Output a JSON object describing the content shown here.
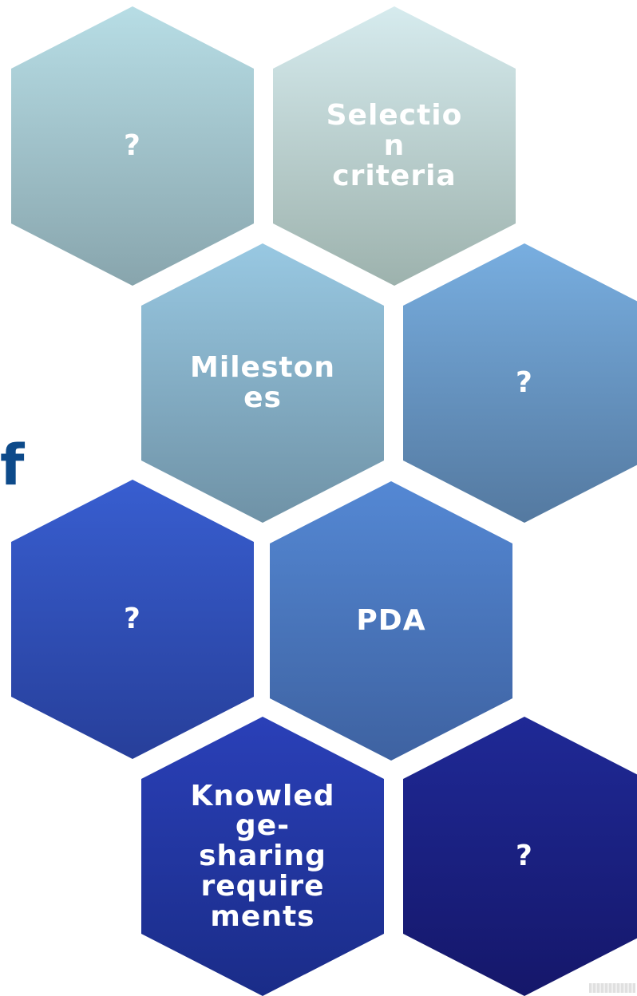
{
  "side_glyph": "f",
  "hexagons": [
    {
      "id": "hex-1",
      "label": "?",
      "gradient": [
        "#b7dde5",
        "#88a5ad"
      ]
    },
    {
      "id": "hex-2",
      "label": "Selectio\nn\ncriteria",
      "gradient": [
        "#d6ebee",
        "#9db2ad"
      ]
    },
    {
      "id": "hex-3",
      "label": "Mileston\nes",
      "gradient": [
        "#98c8e2",
        "#6f92a6"
      ]
    },
    {
      "id": "hex-4",
      "label": "?",
      "gradient": [
        "#78aee0",
        "#5479a0"
      ]
    },
    {
      "id": "hex-5",
      "label": "?",
      "gradient": [
        "#385ed0",
        "#273f9a"
      ]
    },
    {
      "id": "hex-6",
      "label": "PDA",
      "gradient": [
        "#5488d4",
        "#3e62a1"
      ]
    },
    {
      "id": "hex-7",
      "label": "Knowled\nge-\nsharing\nrequire\nments",
      "gradient": [
        "#2a40b8",
        "#1a2c88"
      ]
    },
    {
      "id": "hex-8",
      "label": "?",
      "gradient": [
        "#1f2996",
        "#15176a"
      ]
    }
  ]
}
